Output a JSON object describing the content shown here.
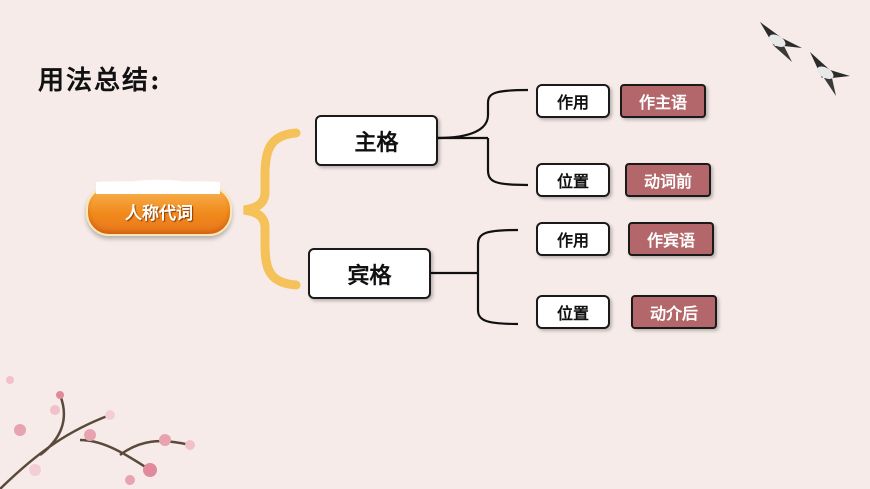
{
  "title": "用法总结:",
  "root": {
    "label": "人称代词"
  },
  "branches": [
    {
      "label": "主格",
      "items": [
        {
          "key": "作用",
          "value": "作主语"
        },
        {
          "key": "位置",
          "value": "动词前"
        }
      ]
    },
    {
      "label": "宾格",
      "items": [
        {
          "key": "作用",
          "value": "作宾语"
        },
        {
          "key": "位置",
          "value": "动介后"
        }
      ]
    }
  ],
  "colors": {
    "background": "#f6ebe8",
    "root_fill": "#f18a1c",
    "brace": "#f5c25a",
    "tag_fill": "#b3676a"
  }
}
